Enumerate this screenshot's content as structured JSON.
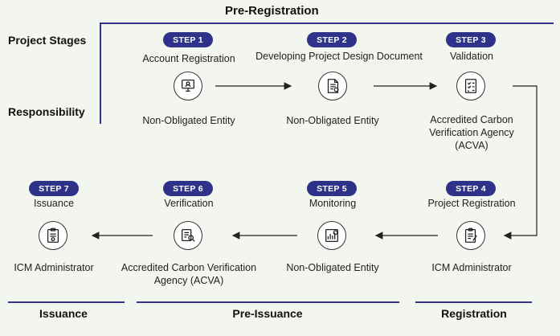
{
  "header": {
    "phase_title": "Pre-Registration",
    "row_labels": {
      "stages": "Project Stages",
      "responsibility": "Responsibility"
    }
  },
  "steps": [
    {
      "badge": "STEP 1",
      "title": "Account Registration",
      "responsibility": "Non-Obligated Entity",
      "icon": "account-registration-icon"
    },
    {
      "badge": "STEP 2",
      "title": "Developing Project Design Document",
      "responsibility": "Non-Obligated Entity",
      "icon": "design-document-icon"
    },
    {
      "badge": "STEP 3",
      "title": "Validation",
      "responsibility": "Accredited Carbon Verification Agency (ACVA)",
      "icon": "validation-checklist-icon"
    },
    {
      "badge": "STEP 4",
      "title": "Project Registration",
      "responsibility": "ICM Administrator",
      "icon": "registration-clipboard-icon"
    },
    {
      "badge": "STEP 5",
      "title": "Monitoring",
      "responsibility": "Non-Obligated Entity",
      "icon": "monitoring-chart-icon"
    },
    {
      "badge": "STEP 6",
      "title": "Verification",
      "responsibility": "Accredited Carbon Verification Agency (ACVA)",
      "icon": "verification-search-icon"
    },
    {
      "badge": "STEP 7",
      "title": "Issuance",
      "responsibility": "ICM Administrator",
      "icon": "issuance-certificate-icon"
    }
  ],
  "footer": {
    "issuance": "Issuance",
    "pre_issuance": "Pre-Issuance",
    "registration": "Registration"
  },
  "colors": {
    "accent": "#2e3288",
    "background": "#f3f6ee"
  }
}
